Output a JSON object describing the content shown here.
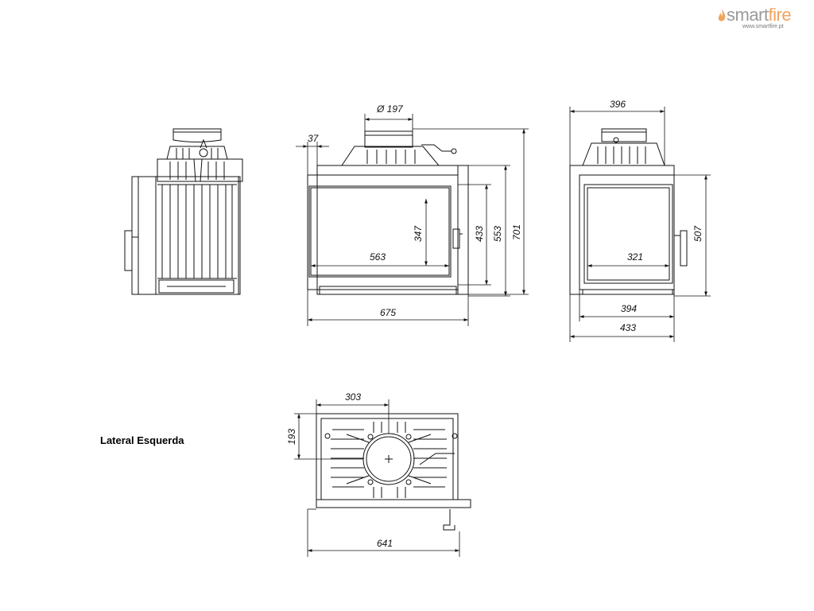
{
  "brand": {
    "name_part1": "smart",
    "name_part2": "fire",
    "website": "www.smartfire.pt",
    "colors": {
      "gray": "#9a9a9a",
      "orange": "#f0a35e"
    }
  },
  "caption": "Lateral Esquerda",
  "dimensions": {
    "front": {
      "flue_diameter": "Ø 197",
      "frame_offset": "37",
      "glass_height": "347",
      "glass_width": "563",
      "inner_height": "433",
      "door_height": "553",
      "total_height": "701",
      "total_width": "675"
    },
    "side": {
      "top_depth": "396",
      "glass_width": "321",
      "height": "507",
      "inner_depth": "394",
      "total_depth": "433"
    },
    "top": {
      "flue_offset_x": "303",
      "flue_offset_y": "193",
      "total_width": "641"
    }
  },
  "colors": {
    "line": "#111111",
    "glass": "#ffffff"
  }
}
